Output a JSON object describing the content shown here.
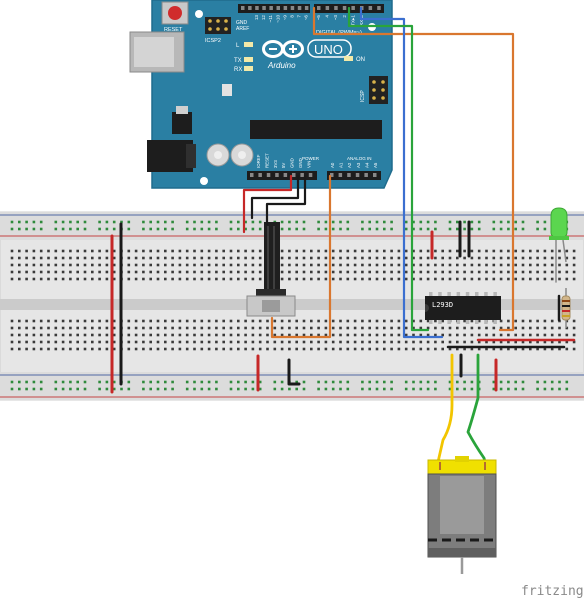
{
  "arduino": {
    "reset_label": "RESET",
    "icsp2_label": "ICSP2",
    "uno_label": "UNO",
    "brand_label": "Arduino",
    "led_l": "L",
    "led_tx": "TX",
    "led_rx": "RX",
    "led_on": "ON",
    "icsp_label": "ICSP",
    "digital_label": "DIGITAL (PWM=~)",
    "power_label": "POWER",
    "analog_label": "ANALOG IN",
    "aref_label": "AREF",
    "gnd_label": "GND",
    "digital_pins": [
      "13",
      "12",
      "~11",
      "~10",
      "~9",
      "8",
      "7",
      "~6",
      "~5",
      "4",
      "~3",
      "2",
      "TX▸1",
      "RX◂0"
    ],
    "power_pins": [
      "IOREF",
      "RESET",
      "3V3",
      "5V",
      "GND",
      "GND",
      "VIN"
    ],
    "analog_pins": [
      "A0",
      "A1",
      "A2",
      "A3",
      "A4",
      "A5"
    ]
  },
  "chip": {
    "label": "L293D"
  },
  "watermark": "fritzing",
  "colors": {
    "board": "#2a7fa3",
    "board_edge": "#1f6c8d",
    "wire_orange": "#d9772f",
    "wire_blue": "#3b6fd0",
    "wire_green": "#2aa43b",
    "wire_red": "#c62828",
    "wire_black": "#1a1a1a",
    "wire_yellow": "#f2c500",
    "led_green": "#5bd64f",
    "breadboard": "#e9e9e9"
  }
}
